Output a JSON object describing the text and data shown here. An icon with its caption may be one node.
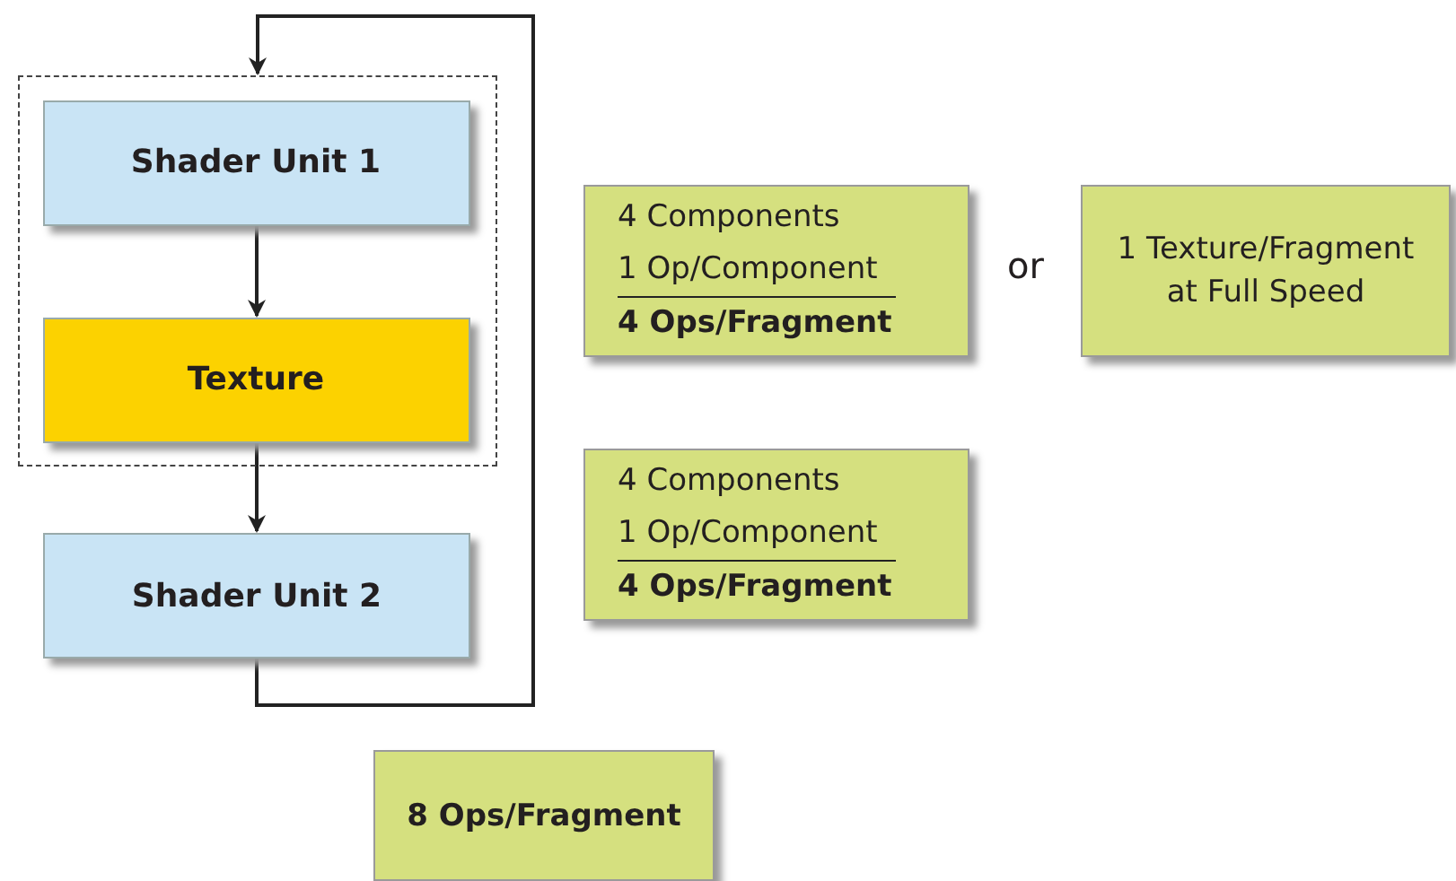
{
  "diagram": {
    "nodes": [
      {
        "text": [],
        "shape": "box"
      },
      {
        "text": [
          "Shader Unit 1"
        ],
        "in": 0
      },
      {
        "text": [
          "Texture"
        ],
        "in": 0
      },
      {
        "text": [
          "Shader Unit 2"
        ]
      },
      {
        "text": [
          "4 Components",
          "1 Op/Component",
          "4 Ops/Fragment"
        ]
      },
      {
        "text": [
          "1 Texture/Fragment at Full Speed"
        ]
      },
      {
        "text": [
          "4 Components",
          "1 Op/Component",
          "4 Ops/Fragment"
        ]
      },
      {
        "text": [
          "8 Ops/Fragment"
        ]
      }
    ],
    "edges": [
      {
        "from": 1,
        "to": 2,
        "arrow": "to"
      },
      {
        "from": 2,
        "to": 3,
        "arrow": "to"
      },
      {
        "from": 3,
        "to": 0,
        "arrow": "to"
      }
    ],
    "labels": [
      "or"
    ]
  }
}
